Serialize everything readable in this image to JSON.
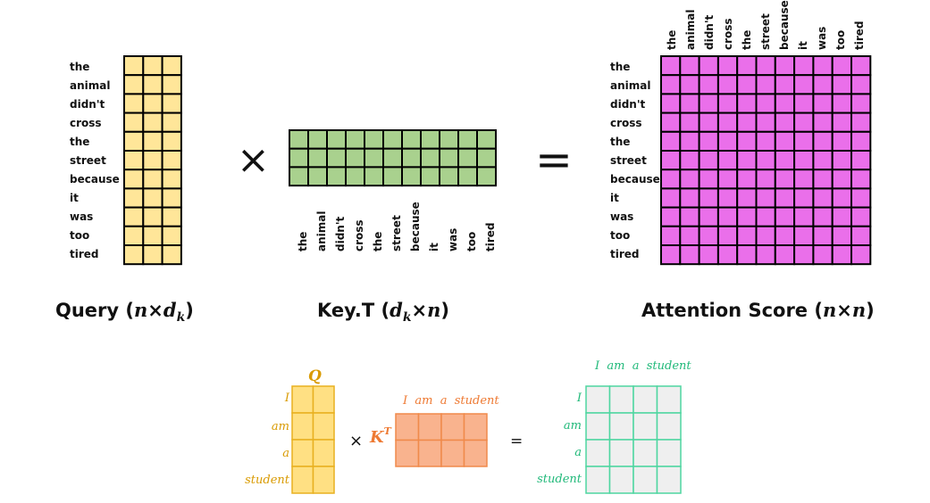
{
  "words": [
    "the",
    "animal",
    "didn't",
    "cross",
    "the",
    "street",
    "because",
    "it",
    "was",
    "too",
    "tired"
  ],
  "operators": {
    "times": "×",
    "equals": "="
  },
  "captions": {
    "query": {
      "text": "Query (",
      "n": "n",
      "x": "×",
      "d": "d",
      "sub": "k",
      "close": ")"
    },
    "key": {
      "text": "Key.T (",
      "d": "d",
      "sub": "k",
      "x": "×",
      "n": "n",
      "close": ")"
    },
    "score": {
      "text": "Attention Score (",
      "n1": "n",
      "x": "×",
      "n2": "n",
      "close": ")"
    }
  },
  "small": {
    "q_label": "Q",
    "k_label": "K",
    "k_sup": "T",
    "rows": [
      "I",
      "am",
      "a",
      "student"
    ],
    "k_words": "I  am  a  student",
    "score_words": "I  am  a  student",
    "times": "×",
    "equals": "="
  },
  "colors": {
    "query_fill": "#FFE699",
    "key_fill": "#A9D18E",
    "score_fill": "#EA6FEA",
    "small_q_fill": "#FFE083",
    "small_q_stroke": "#E8B020",
    "small_q_text": "#D99A00",
    "small_k_fill": "#F9B38E",
    "small_k_stroke": "#F08A4B",
    "small_k_text": "#EE7A33",
    "small_s_fill": "#EFEFEF",
    "small_s_stroke": "#4ED6A0",
    "small_s_text": "#21B97A"
  }
}
